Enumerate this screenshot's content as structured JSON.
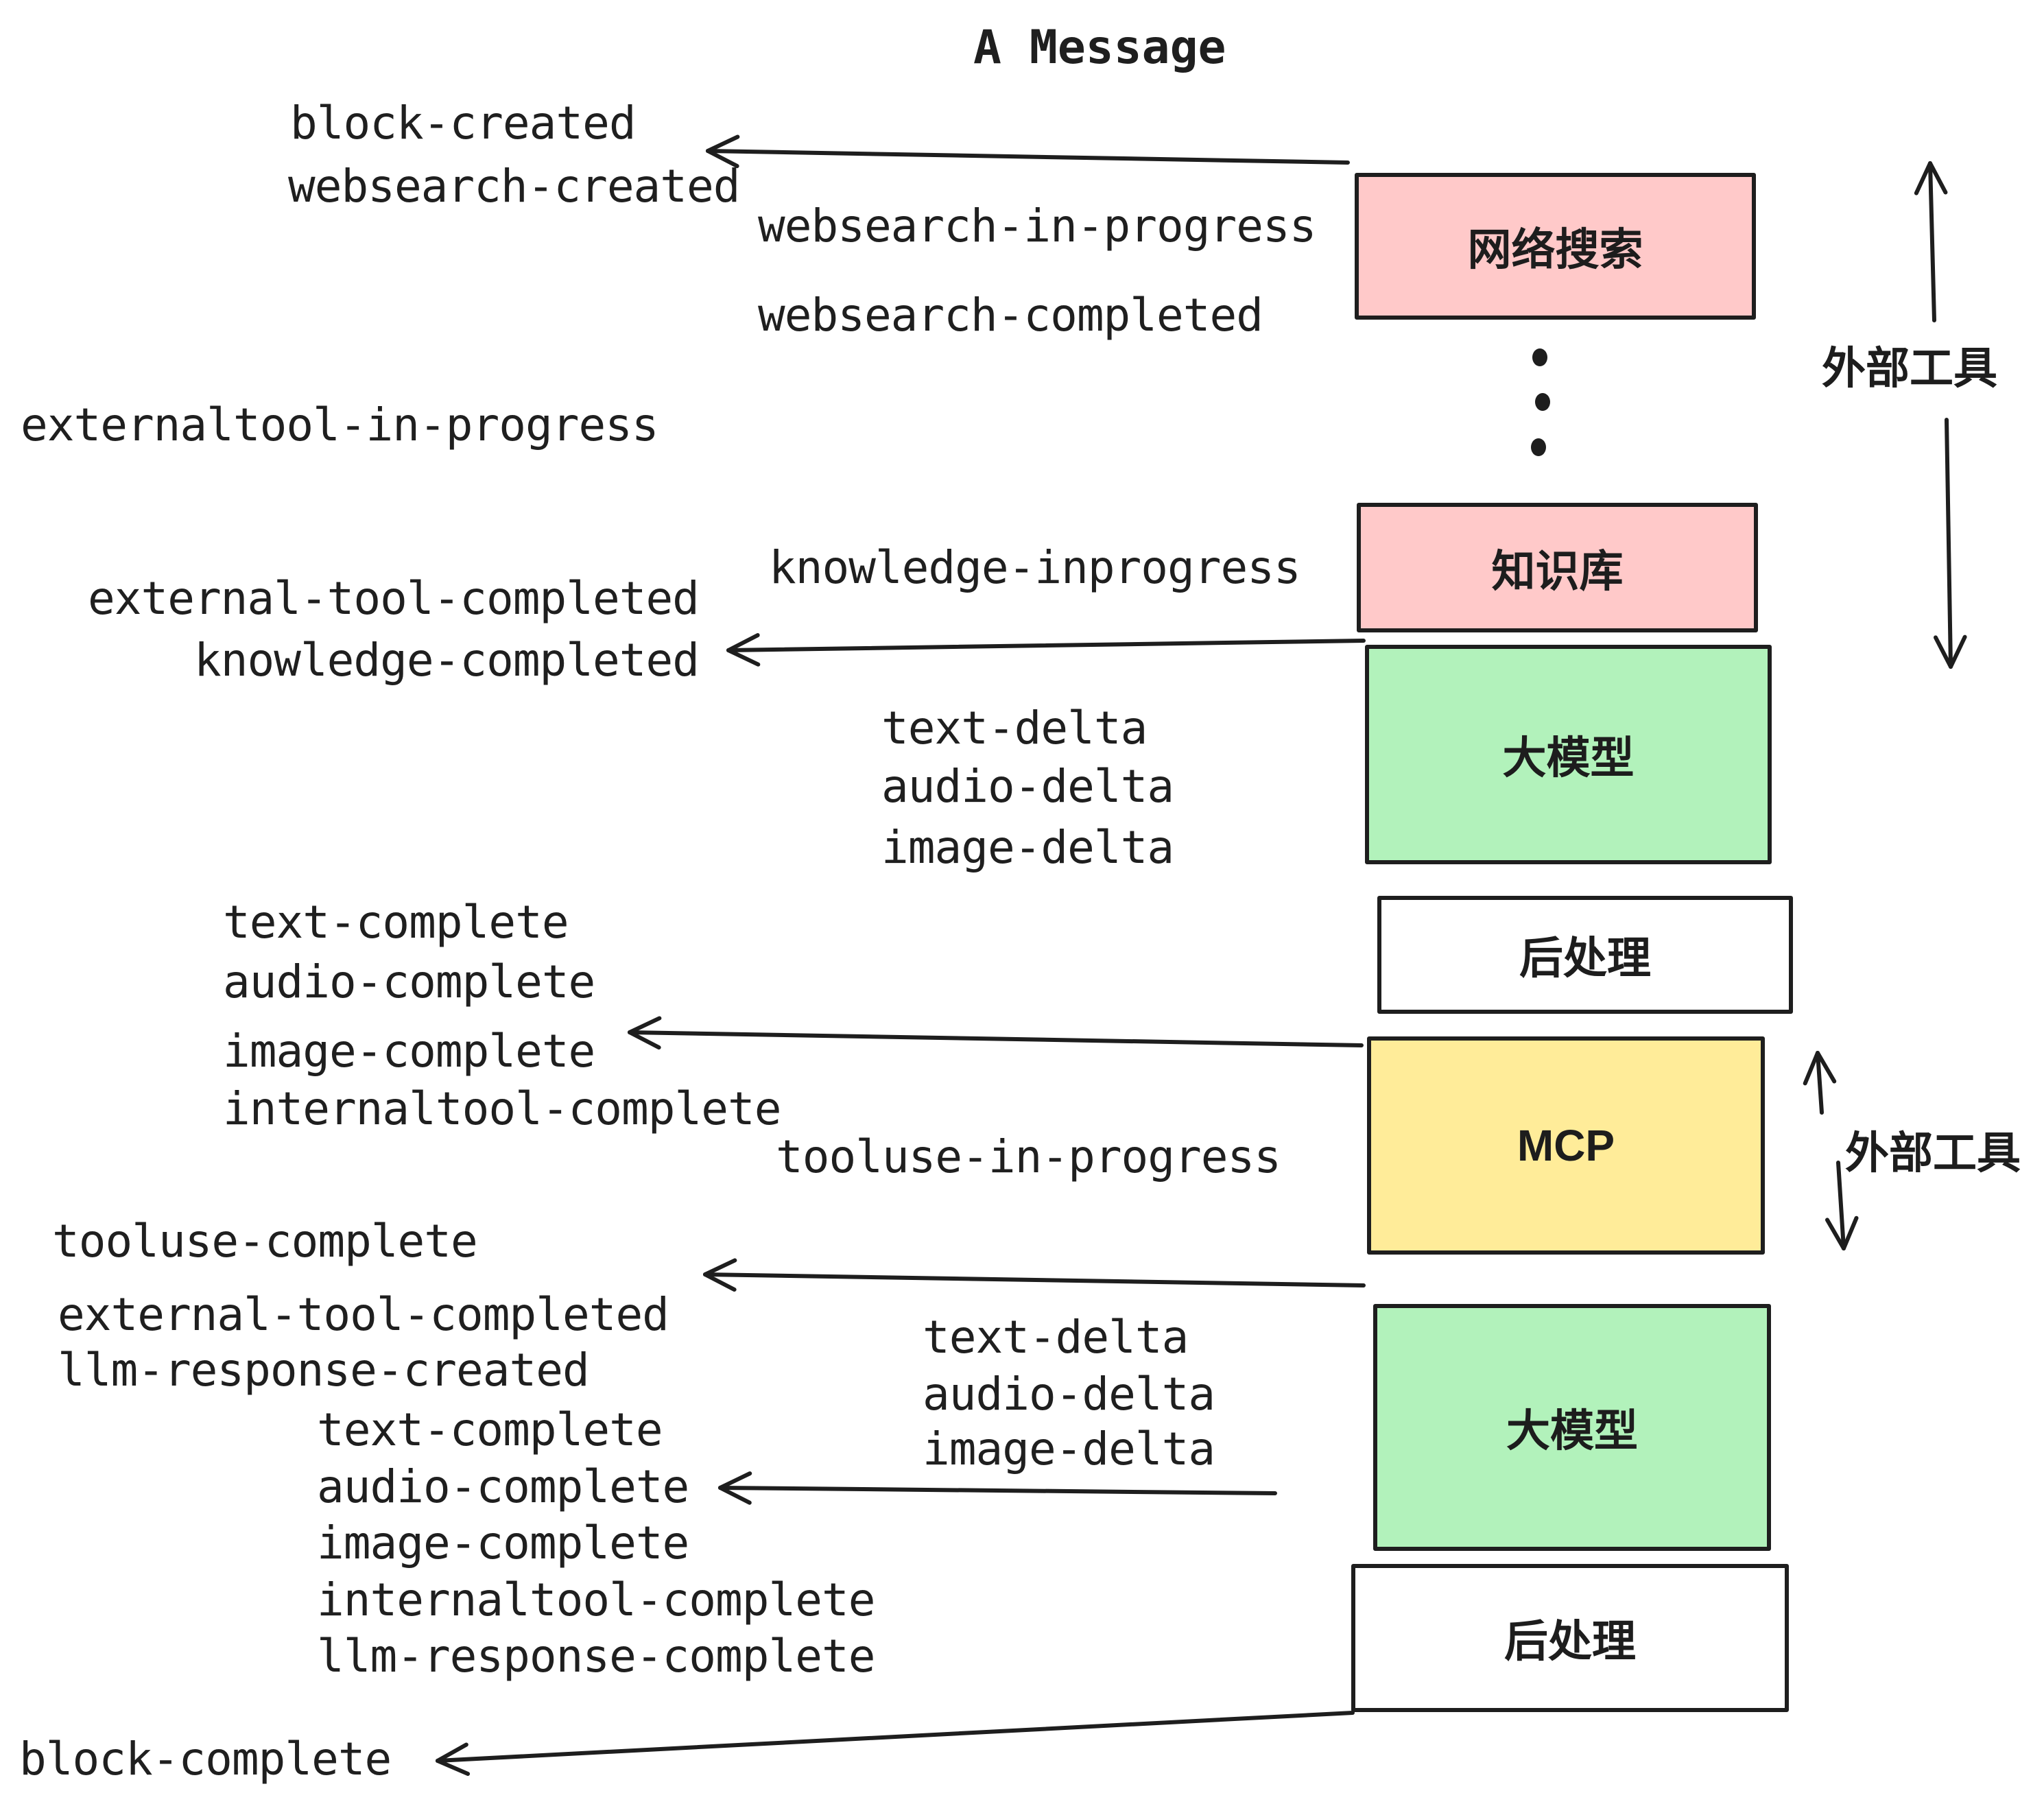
{
  "title": "A Message",
  "colors": {
    "pink": "#ffc9c9",
    "green": "#b2f2bb",
    "yellow": "#ffec99",
    "white": "#ffffff",
    "ink": "#1e1e1e"
  },
  "events": [
    {
      "label": "block-created"
    },
    {
      "label": "websearch-created"
    },
    {
      "label": "websearch-in-progress"
    },
    {
      "label": "websearch-completed"
    },
    {
      "label": "externaltool-in-progress"
    },
    {
      "label": "knowledge-inprogress"
    },
    {
      "label": "external-tool-completed"
    },
    {
      "label": "knowledge-completed"
    },
    {
      "label": "text-delta"
    },
    {
      "label": "audio-delta"
    },
    {
      "label": "image-delta"
    },
    {
      "label": "text-complete"
    },
    {
      "label": "audio-complete"
    },
    {
      "label": "image-complete"
    },
    {
      "label": "internaltool-complete"
    },
    {
      "label": "tooluse-in-progress"
    },
    {
      "label": "tooluse-complete"
    },
    {
      "label": "external-tool-completed"
    },
    {
      "label": "llm-response-created"
    },
    {
      "label": "text-complete"
    },
    {
      "label": "audio-complete"
    },
    {
      "label": "image-complete"
    },
    {
      "label": "internaltool-complete"
    },
    {
      "label": "llm-response-complete"
    },
    {
      "label": "block-complete"
    }
  ],
  "nodes": [
    {
      "label": "网络搜索",
      "color": "pink"
    },
    {
      "label": "知识库",
      "color": "pink"
    },
    {
      "label": "大模型",
      "color": "green"
    },
    {
      "label": "后处理",
      "color": "white"
    },
    {
      "label": "MCP",
      "color": "yellow"
    },
    {
      "label": "大模型",
      "color": "green"
    },
    {
      "label": "后处理",
      "color": "white"
    }
  ],
  "annotations": {
    "external_tools_top": "外部工具",
    "external_tools_mcp": "外部工具"
  }
}
